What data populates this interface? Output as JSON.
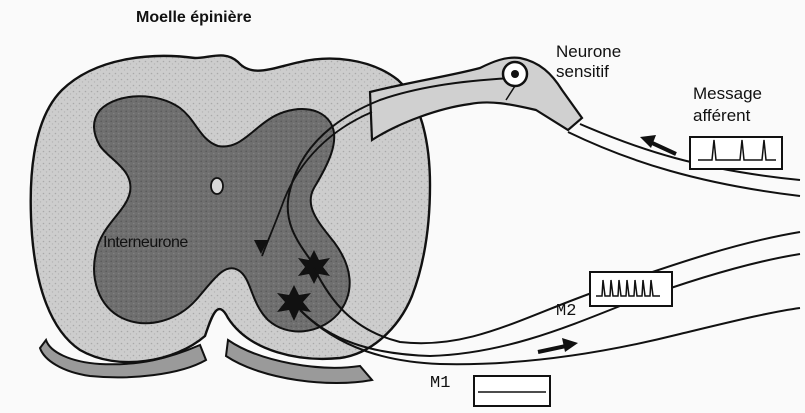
{
  "title": "Moelle épinière",
  "labels": {
    "neurone_line1": "Neurone",
    "neurone_line2": "sensitif",
    "message_line1": "Message",
    "message_line2": "afférent",
    "interneurone": "Interneurone",
    "m1": "M1",
    "m2": "M2"
  },
  "icons": {
    "cell_body": "neuron-cell-body",
    "arrow_afferent": "arrow-left-icon",
    "arrow_efferent": "arrow-right-icon",
    "motor_neuron_body": "star-neuron-icon"
  },
  "colors": {
    "white_matter": "#cfcfcf",
    "grey_matter": "#6e6e6e",
    "ink": "#111111"
  }
}
